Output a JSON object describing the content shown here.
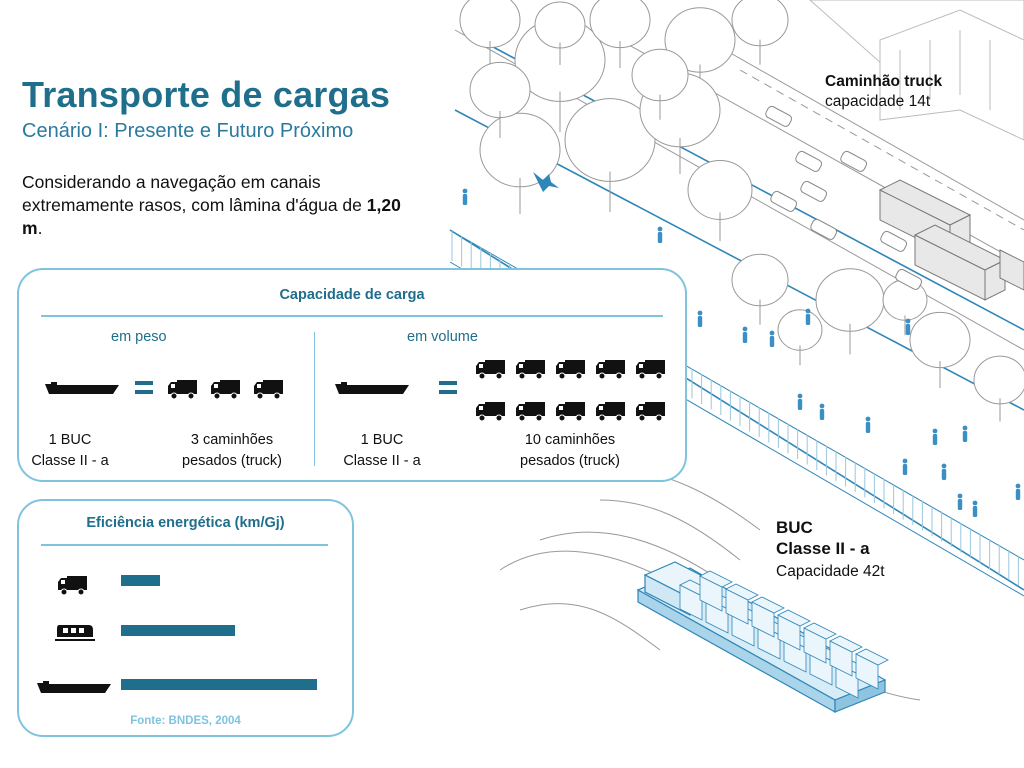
{
  "header": {
    "title": "Transporte de cargas",
    "subtitle": "Cenário I: Presente e Futuro Próximo",
    "intro_prefix": "Considerando a navegação em canais extremamente rasos, com lâmina d'água de ",
    "intro_depth": "1,20 m",
    "intro_suffix": "."
  },
  "capacity_panel": {
    "title": "Capacidade de carga",
    "weight": {
      "heading": "em peso",
      "left_line1": "1 BUC",
      "left_line2": "Classe II - a",
      "right_line1": "3 caminhões",
      "right_line2": "pesados (truck)",
      "truck_count": 3
    },
    "volume": {
      "heading": "em volume",
      "left_line1": "1 BUC",
      "left_line2": "Classe II - a",
      "right_line1": "10 caminhões",
      "right_line2": "pesados (truck)",
      "truck_count": 10
    }
  },
  "efficiency_panel": {
    "title": "Eficiência energética (km/Gj)",
    "source": "Fonte: BNDES, 2004",
    "rows": [
      {
        "mode": "truck-icon",
        "relative_value": 0.2
      },
      {
        "mode": "train-icon",
        "relative_value": 0.58
      },
      {
        "mode": "barge-icon",
        "relative_value": 1.0
      }
    ]
  },
  "scene_labels": {
    "truck_name": "Caminhão truck",
    "truck_capacity": "capacidade 14t",
    "buc_name": "BUC",
    "buc_class": "Classe II - a",
    "buc_capacity": "Capacidade 42t"
  },
  "colors": {
    "accent": "#1f6e8c",
    "light_accent": "#7fc3de",
    "water_line": "#2f86b8",
    "pedestrian": "#3a8fc4"
  }
}
